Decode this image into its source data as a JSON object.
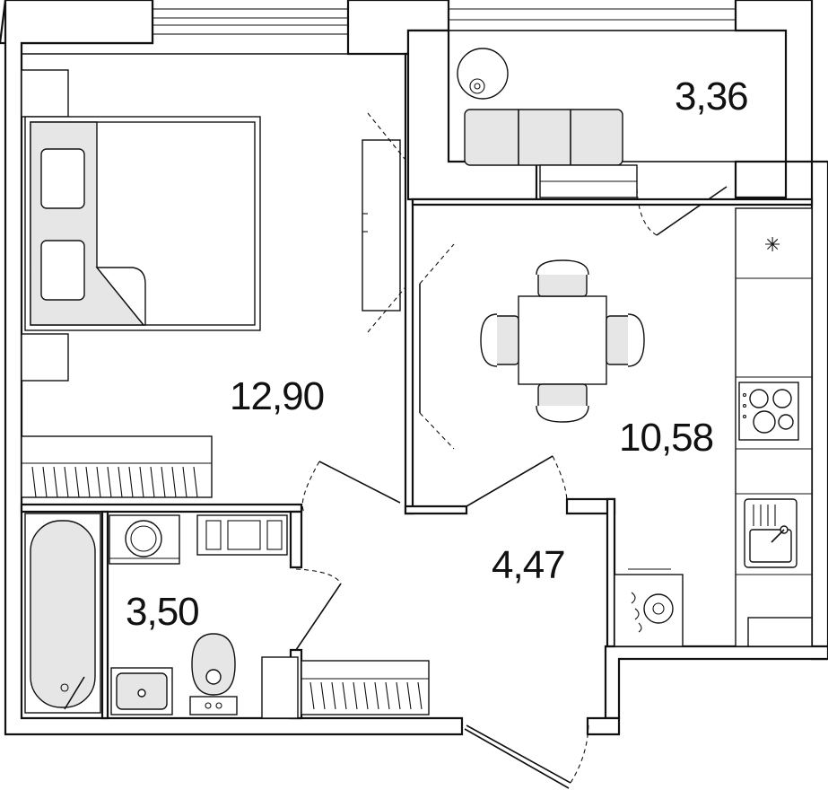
{
  "rooms": {
    "bedroom": {
      "area": "12,90"
    },
    "balcony": {
      "area": "3,36"
    },
    "kitchen": {
      "area": "10,58"
    },
    "hall": {
      "area": "4,47"
    },
    "bathroom": {
      "area": "3,50"
    }
  },
  "colors": {
    "wall": "#111111",
    "background": "#ffffff",
    "furniture_fill": "#e6e6e6"
  },
  "icons": [
    "bed-icon",
    "sofa-icon",
    "dining-table-icon",
    "stove-icon",
    "sink-icon",
    "bathtub-icon",
    "toilet-icon",
    "washing-machine-icon",
    "wardrobe-icon",
    "door-icon",
    "window-icon",
    "plant-icon"
  ]
}
